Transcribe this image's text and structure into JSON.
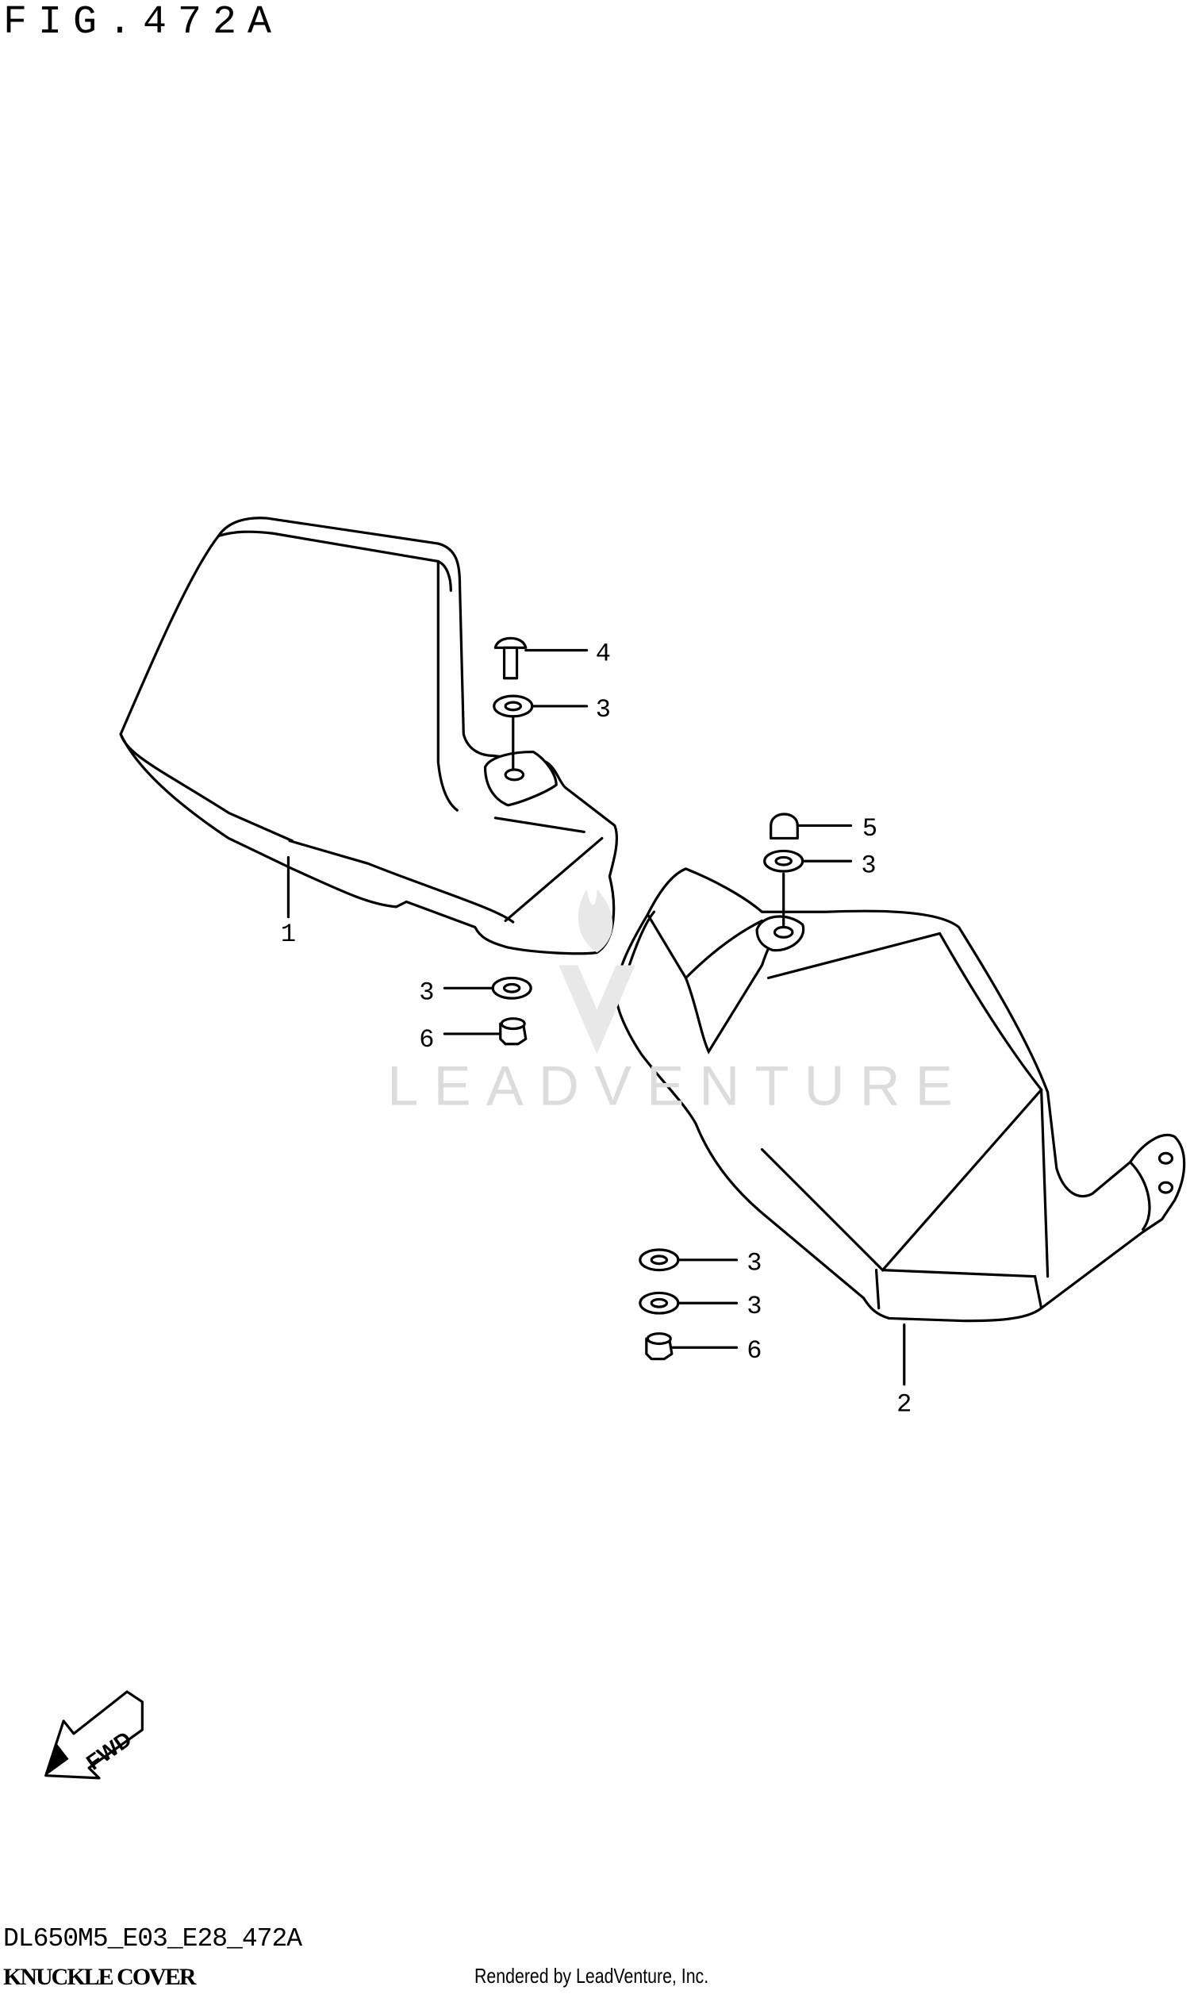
{
  "figure": {
    "title": "FIG.472A",
    "drawing_code": "DL650M5_E03_E28_472A",
    "name": "KNUCKLE COVER",
    "credit": "Rendered by LeadVenture, Inc.",
    "watermark": "LEADVENTURE",
    "fwd_label": "FWD"
  },
  "callouts": [
    {
      "ref": "4"
    },
    {
      "ref": "3"
    },
    {
      "ref": "1"
    },
    {
      "ref": "3"
    },
    {
      "ref": "6"
    },
    {
      "ref": "5"
    },
    {
      "ref": "3"
    },
    {
      "ref": "3"
    },
    {
      "ref": "3"
    },
    {
      "ref": "6"
    },
    {
      "ref": "2"
    }
  ]
}
